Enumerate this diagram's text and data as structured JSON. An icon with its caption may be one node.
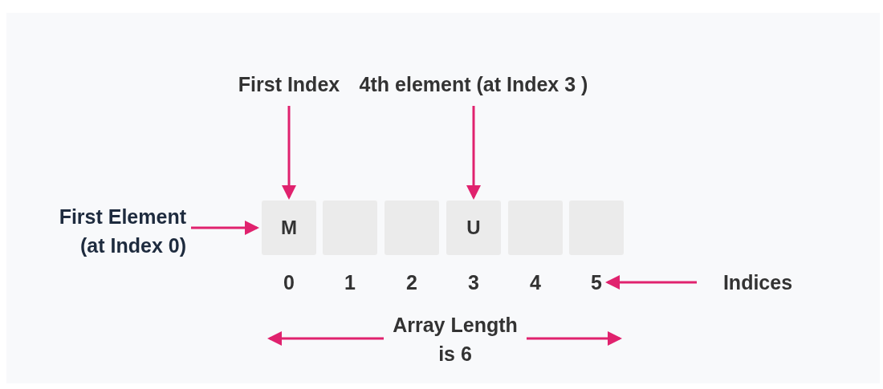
{
  "diagram": {
    "nodes": [
      {
        "text": [
          "First Index"
        ]
      },
      {
        "text": [
          "4th element (at Index 3 )"
        ]
      },
      {
        "text": [
          "First Element (at Index 0)"
        ]
      },
      {
        "text": [
          "M"
        ]
      },
      {
        "text": [],
        "shape": "box"
      },
      {
        "text": [],
        "shape": "box"
      },
      {
        "text": [
          "U"
        ]
      },
      {
        "text": [],
        "shape": "box"
      },
      {
        "text": [],
        "shape": "box"
      },
      {
        "text": [
          "Indices"
        ]
      },
      {
        "text": [
          "Array Length is 6"
        ]
      },
      {
        "text": [
          "0"
        ]
      },
      {
        "text": [
          "1"
        ]
      },
      {
        "text": [
          "2"
        ]
      },
      {
        "text": [
          "3"
        ]
      },
      {
        "text": [
          "4"
        ]
      },
      {
        "text": [
          "5"
        ]
      }
    ],
    "edges": [
      {
        "from": 0,
        "to": 3,
        "arrow": "to"
      },
      {
        "from": 1,
        "to": 6,
        "arrow": "to"
      },
      {
        "from": 2,
        "to": 3,
        "arrow": "to"
      },
      {
        "from": 9,
        "to": 16,
        "arrow": "to"
      },
      {
        "from": 10,
        "to": null,
        "arrow": "to"
      },
      {
        "from": 10,
        "to": null,
        "arrow": "to"
      }
    ]
  }
}
